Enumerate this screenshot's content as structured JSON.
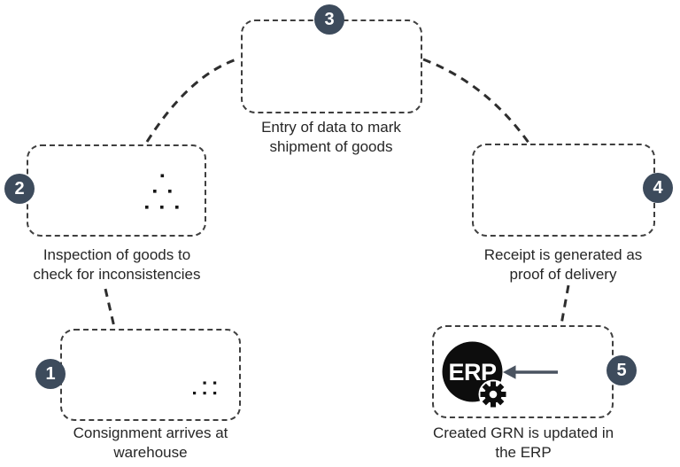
{
  "diagram": {
    "steps": [
      {
        "number": "1",
        "caption": "Consignment arrives at\nwarehouse"
      },
      {
        "number": "2",
        "caption": "Inspection of goods to\ncheck for inconsistencies"
      },
      {
        "number": "3",
        "caption": "Entry of data to mark\nshipment of goods"
      },
      {
        "number": "4",
        "caption": "Receipt is generated as\nproof of delivery"
      },
      {
        "number": "5",
        "caption": "Created GRN is updated in\nthe ERP"
      }
    ],
    "erp_label": "ERP",
    "icons": {
      "step1": [
        "truck-icon",
        "warehouse-icon"
      ],
      "step2": [
        "person-standing-icon",
        "clipboard-checklist-icon",
        "boxes-stack-icon"
      ],
      "step3": [
        "monitor-table-icon",
        "user-bust-icon"
      ],
      "step4": [
        "document-icon",
        "user-bust-icon"
      ],
      "step5": [
        "erp-gear-icon",
        "left-arrow-icon",
        "document-icon"
      ]
    },
    "colors": {
      "badge-fill": "#3d4b5c",
      "badge-text": "#ffffff",
      "outline": "#151515",
      "box-dash": "#3f3f3f",
      "connector": "#2e2e2e",
      "caption-text": "#262626",
      "arrow": "#4a5360",
      "erp-fill": "#0d0d0d",
      "background": "#ffffff"
    }
  }
}
